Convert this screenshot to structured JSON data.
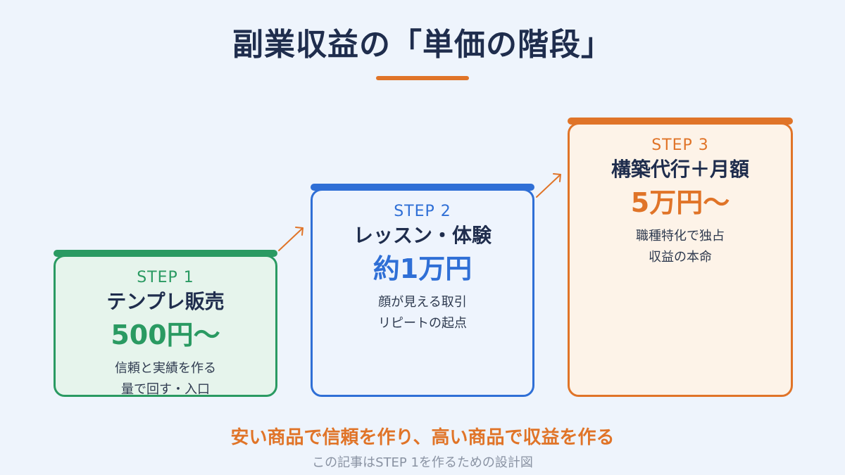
{
  "title": "副業収益の「単価の階段」",
  "colors": {
    "background": "#eef4fc",
    "accent": "#e07428",
    "step1": "#2a9a62",
    "step2": "#2f6fd6",
    "step3": "#e07428",
    "title_text": "#1f2d4d"
  },
  "steps": [
    {
      "label": "STEP 1",
      "name": "テンプレ販売",
      "price": "500円〜",
      "desc_line1": "信頼と実績を作る",
      "desc_line2": "量で回す・入口"
    },
    {
      "label": "STEP 2",
      "name": "レッスン・体験",
      "price": "約1万円",
      "desc_line1": "顔が見える取引",
      "desc_line2": "リピートの起点"
    },
    {
      "label": "STEP 3",
      "name": "構築代行＋月額",
      "price": "5万円〜",
      "desc_line1": "職種特化で独占",
      "desc_line2": "収益の本命"
    }
  ],
  "arrows": [
    "arrow-right-up-icon",
    "arrow-right-up-icon"
  ],
  "subtitle": "安い商品で信頼を作り、高い商品で収益を作る",
  "footnote": "この記事はSTEP 1を作るための設計図"
}
